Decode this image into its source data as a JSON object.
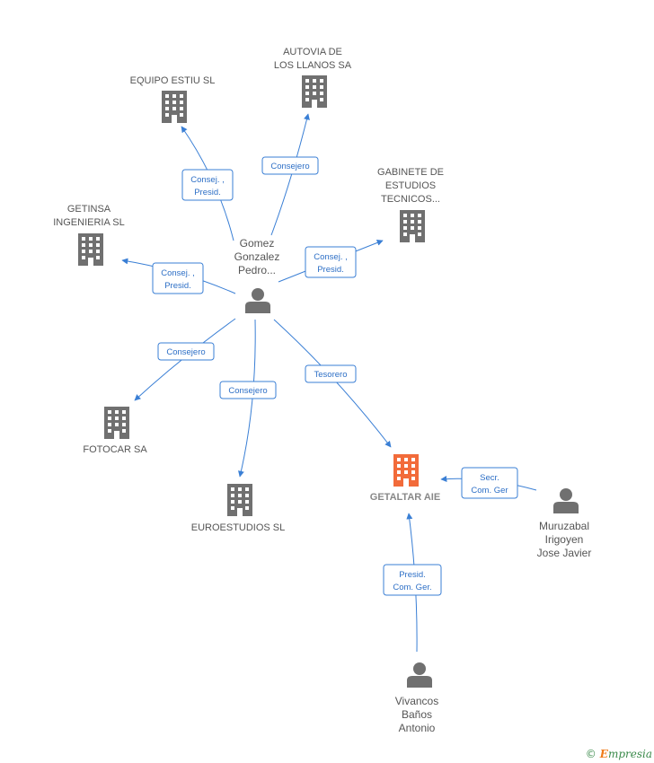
{
  "colors": {
    "accent": "#3a7fd5",
    "building": "#707070",
    "focus_building": "#f26b3a",
    "person": "#707070"
  },
  "persons": {
    "gomez": [
      "Gomez",
      "Gonzalez",
      "Pedro..."
    ],
    "muruzabal": [
      "Muruzabal",
      "Irigoyen",
      "Jose Javier"
    ],
    "vivancos": [
      "Vivancos",
      "Baños",
      "Antonio"
    ]
  },
  "companies": {
    "autovia": [
      "AUTOVIA DE",
      "LOS LLANOS SA"
    ],
    "equipo": [
      "EQUIPO ESTIU SL"
    ],
    "gabinete": [
      "GABINETE DE",
      "ESTUDIOS",
      "TECNICOS..."
    ],
    "getinsa": [
      "GETINSA",
      "INGENIERIA SL"
    ],
    "fotocar": [
      "FOTOCAR SA"
    ],
    "euroestudios": [
      "EUROESTUDIOS SL"
    ],
    "getaltar": [
      "GETALTAR AIE"
    ]
  },
  "edges": {
    "equipo": [
      "Consej. ,",
      "Presid."
    ],
    "autovia": [
      "Consejero"
    ],
    "gabinete": [
      "Consej. ,",
      "Presid."
    ],
    "getinsa": [
      "Consej. ,",
      "Presid."
    ],
    "fotocar": [
      "Consejero"
    ],
    "euroestudios": [
      "Consejero"
    ],
    "getaltar": [
      "Tesorero"
    ],
    "muruzabal": [
      "Secr.",
      "Com. Ger"
    ],
    "vivancos": [
      "Presid.",
      "Com. Ger."
    ]
  },
  "watermark": {
    "symbol": "©",
    "brand_initial": "E",
    "brand_rest": "mpresia"
  }
}
